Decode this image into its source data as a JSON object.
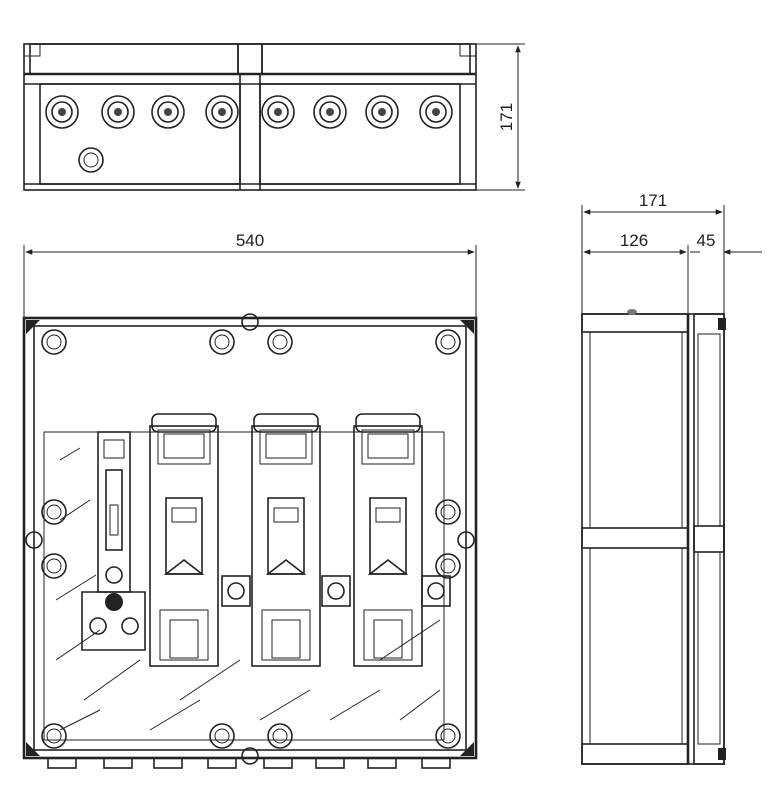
{
  "dimensions": {
    "width": "540",
    "top_height": "171",
    "side_depth": "171",
    "side_body": "126",
    "side_cover": "45"
  },
  "views": {
    "top_glands": 8,
    "front_fuse_holders": 3,
    "front_screws": 12
  },
  "colors": {
    "line": "#222222",
    "fill_light": "#f4f4f4",
    "fill_dark": "#1a1a1a"
  }
}
